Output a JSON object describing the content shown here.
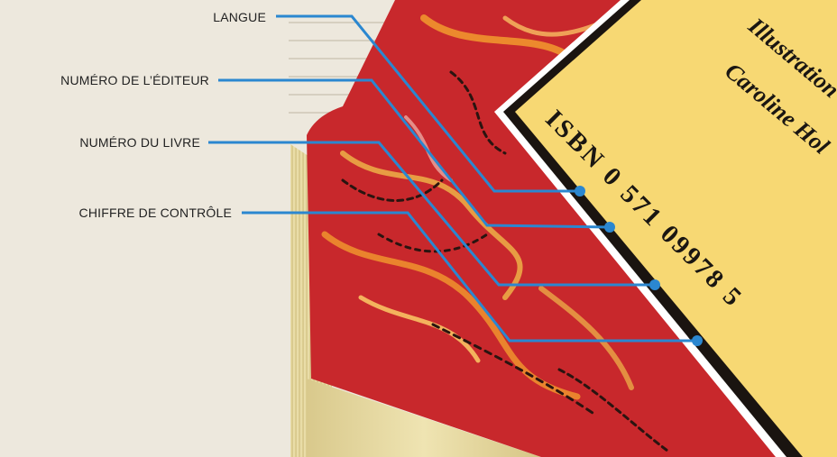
{
  "labels": {
    "langue": "LANGUE",
    "editeur": "NUMÉRO DE L’ÉDITEUR",
    "livre": "NUMÉRO DU LIVRE",
    "controle": "CHIFFRE DE CONTRÔLE"
  },
  "cover": {
    "isbn": "ISBN 0 571 09978 5",
    "illustration": "Illustration",
    "author": "Caroline Hol"
  },
  "colors": {
    "background": "#ede8dd",
    "marble_red": "#c8282c",
    "cover_yellow": "#f7d873",
    "pointer_blue": "#2b87d0",
    "pages": "#ece0a6"
  }
}
